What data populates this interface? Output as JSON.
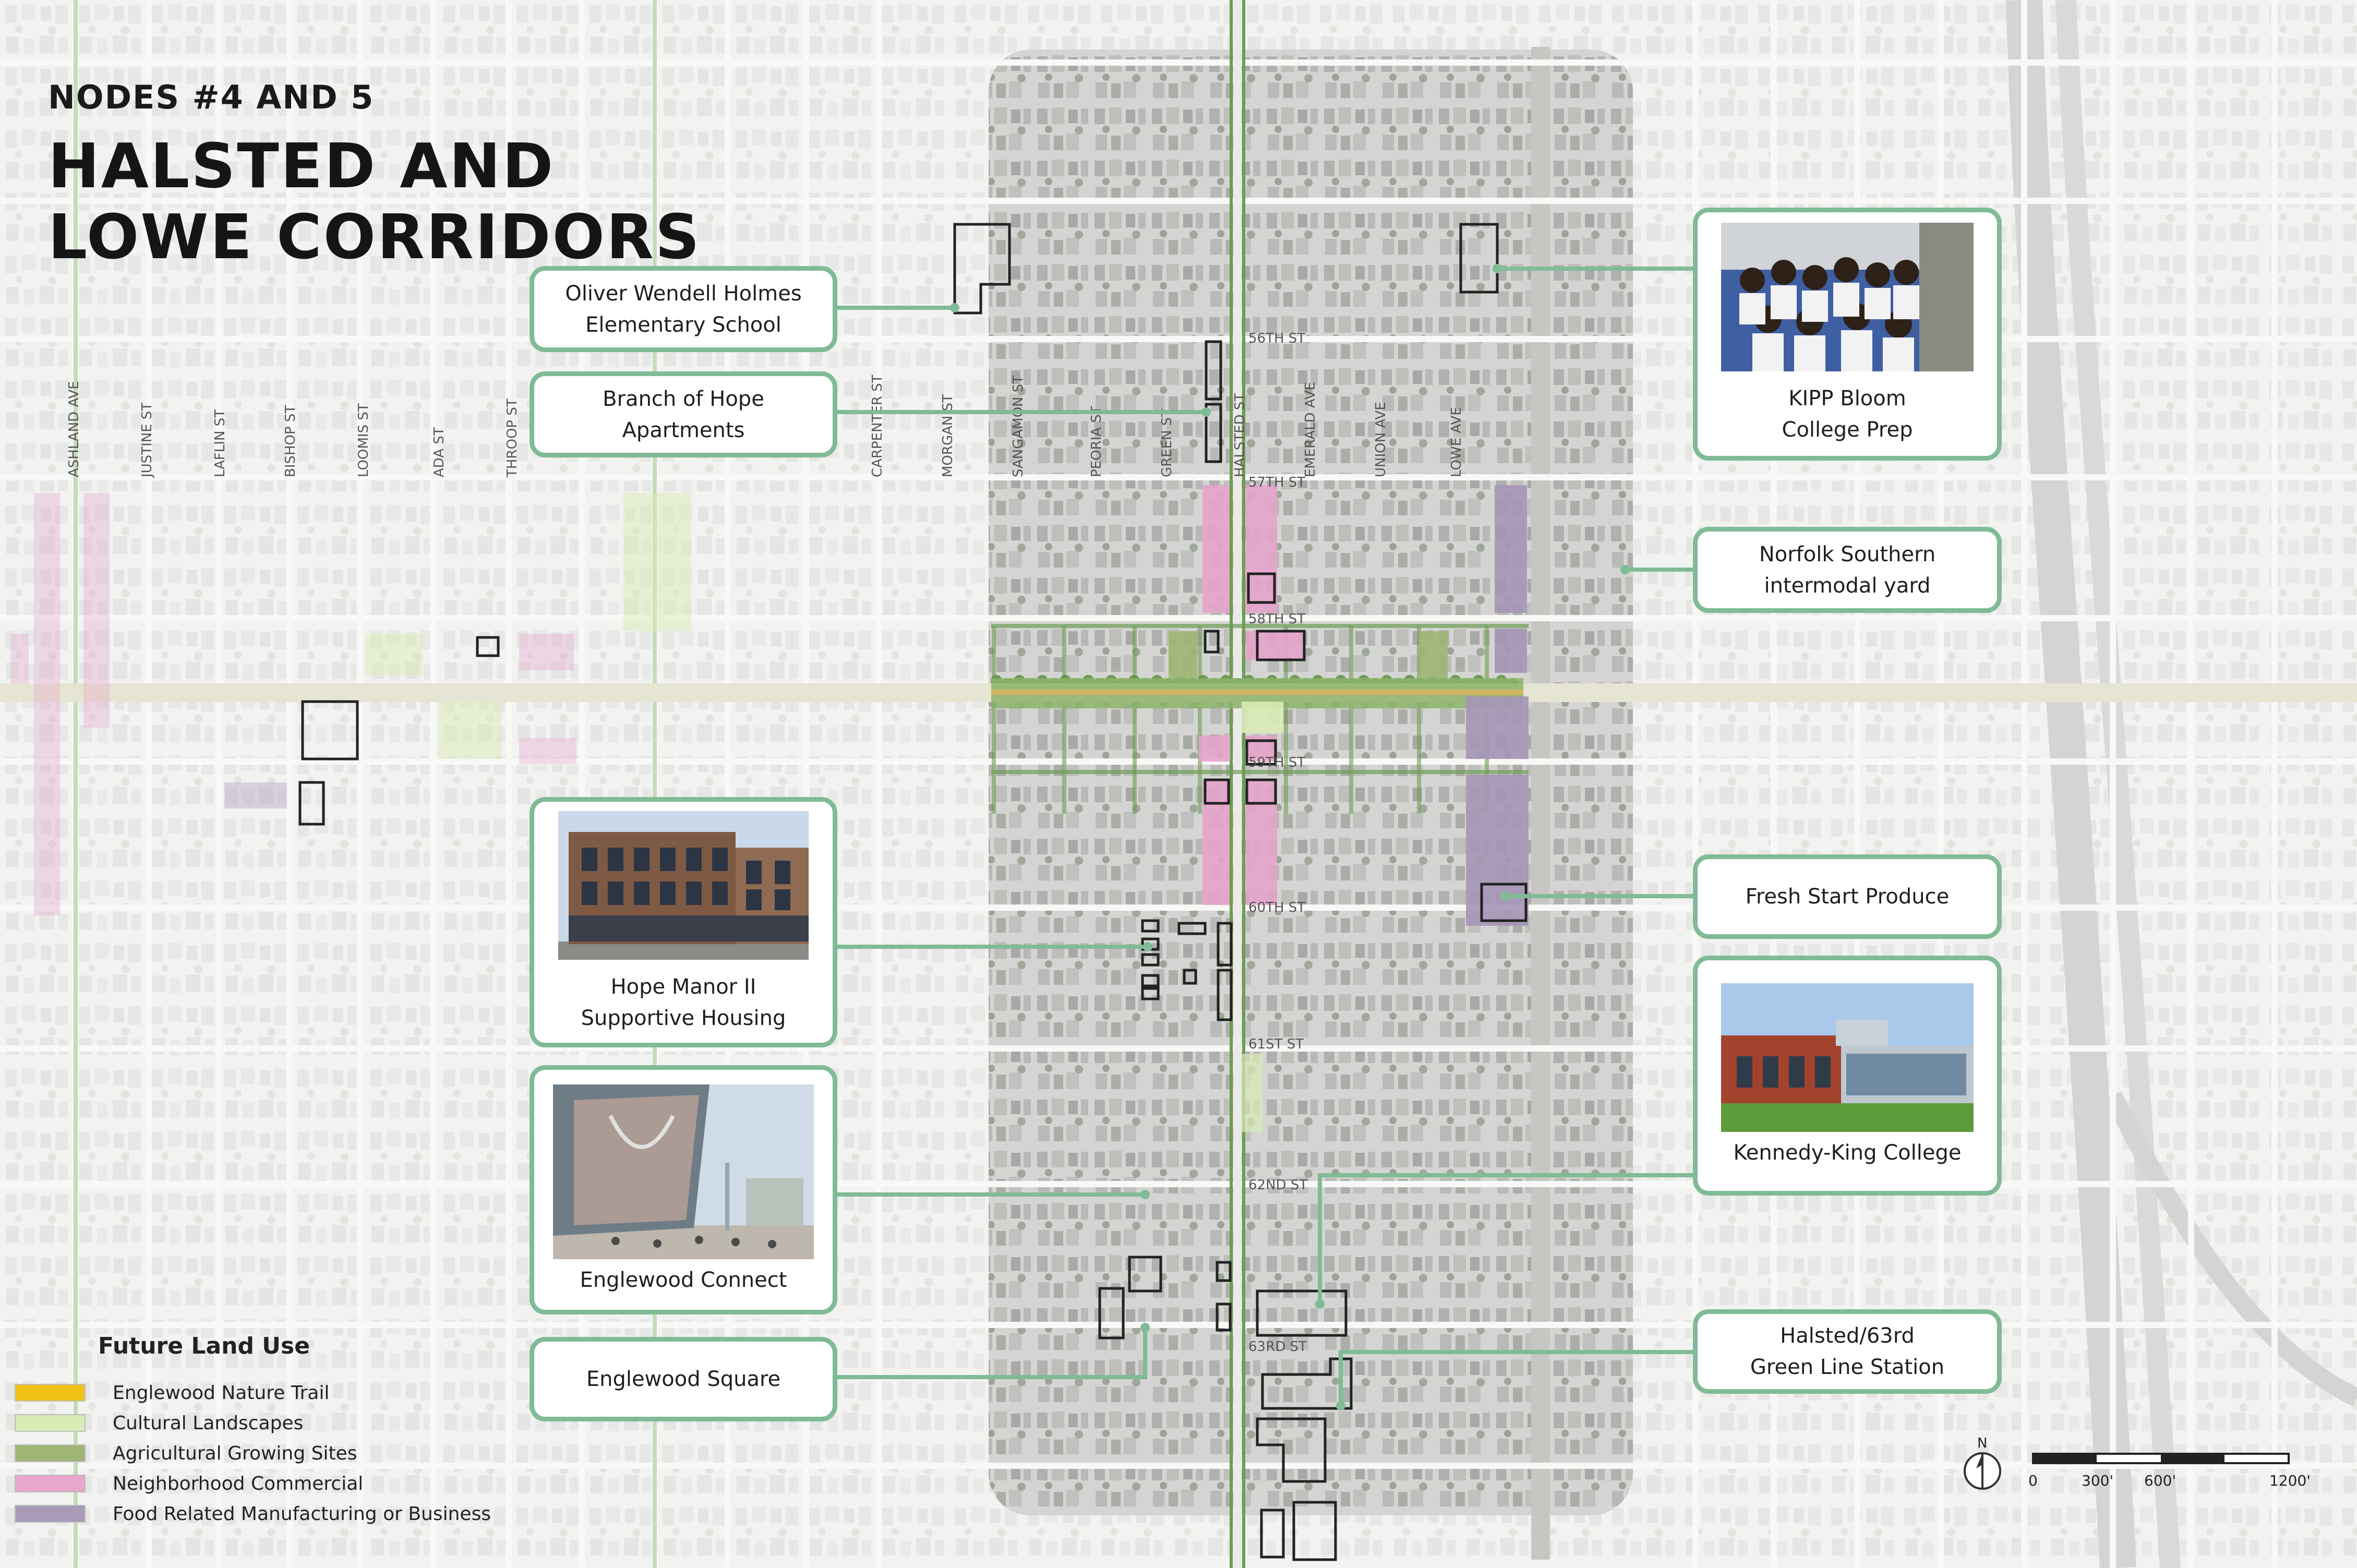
{
  "header": {
    "subtitle": "NODES #4 AND 5",
    "title": "HALSTED AND LOWE CORRIDORS"
  },
  "streets_vertical": [
    "ASHLAND AVE",
    "JUSTINE ST",
    "LAFLIN ST",
    "BISHOP ST",
    "LOOMIS ST",
    "ADA ST",
    "THROOP ST",
    "CARPENTER ST",
    "MORGAN ST",
    "SANGAMON ST",
    "PEORIA ST",
    "GREEN ST",
    "HALSTED ST",
    "EMERALD AVE",
    "UNION AVE",
    "LOWE AVE"
  ],
  "streets_horizontal": [
    "56TH ST",
    "57TH ST",
    "58TH ST",
    "59TH ST",
    "60TH ST",
    "61ST ST",
    "62ND ST",
    "63RD ST"
  ],
  "callouts": [
    {
      "id": "holmes",
      "label": "Oliver Wendell Holmes\nElementary School"
    },
    {
      "id": "branch",
      "label": "Branch of Hope\nApartments"
    },
    {
      "id": "hope",
      "label": "Hope Manor II\nSupportive Housing",
      "photo": "building-photo"
    },
    {
      "id": "connect",
      "label": "Englewood Connect",
      "photo": "glass-building-rendering-photo"
    },
    {
      "id": "square",
      "label": "Englewood Square"
    },
    {
      "id": "kipp",
      "label": "KIPP Bloom\nCollege Prep",
      "photo": "students-group-photo"
    },
    {
      "id": "norfolk",
      "label": "Norfolk Southern\nintermodal yard"
    },
    {
      "id": "fresh",
      "label": "Fresh Start Produce"
    },
    {
      "id": "kennedy",
      "label": "Kennedy-King College",
      "photo": "college-building-photo"
    },
    {
      "id": "halsted63",
      "label": "Halsted/63rd\nGreen Line Station"
    }
  ],
  "legend": {
    "title": "Future Land Use",
    "items": [
      {
        "label": "Englewood Nature Trail",
        "color": "#f2c317"
      },
      {
        "label": "Cultural Landscapes",
        "color": "#d9ebb6"
      },
      {
        "label": "Agricultural Growing Sites",
        "color": "#9fb574"
      },
      {
        "label": "Neighborhood Commercial",
        "color": "#e8a6cc"
      },
      {
        "label": "Food Related Manufacturing or Business",
        "color": "#a99ab8"
      }
    ]
  },
  "north": {
    "label": "N"
  },
  "scale": {
    "labels": [
      "0",
      "300'",
      "600'",
      "1200'"
    ]
  },
  "colors": {
    "accent": "#7fbb96",
    "commercial": "#e5a3cb",
    "food": "#a596b6",
    "street_green": "#6e9c55"
  }
}
